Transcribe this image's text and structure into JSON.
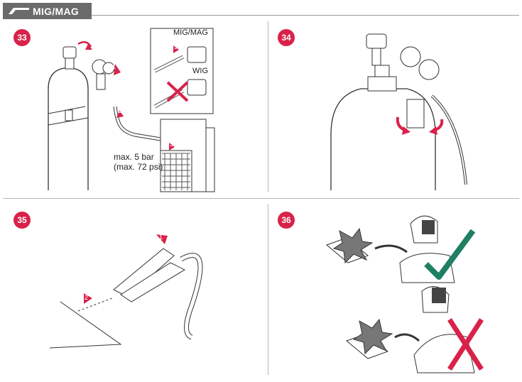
{
  "header": {
    "title": "MIG/MAG"
  },
  "steps": [
    {
      "number": "33"
    },
    {
      "number": "34"
    },
    {
      "number": "35"
    },
    {
      "number": "36"
    }
  ],
  "panel33": {
    "callouts": [
      "1",
      "2",
      "3",
      "4",
      "5"
    ],
    "inset_label_top": "MIG/MAG",
    "inset_label_bottom": "WIG",
    "pressure_line1": "max. 5 bar",
    "pressure_line2": "(max. 72 psi)"
  },
  "panel35": {
    "callouts": [
      "1",
      "2"
    ]
  },
  "colors": {
    "accent": "#d9224a",
    "check": "#1f7f63",
    "cross": "#d9224a",
    "header": "#6b6b6b"
  }
}
